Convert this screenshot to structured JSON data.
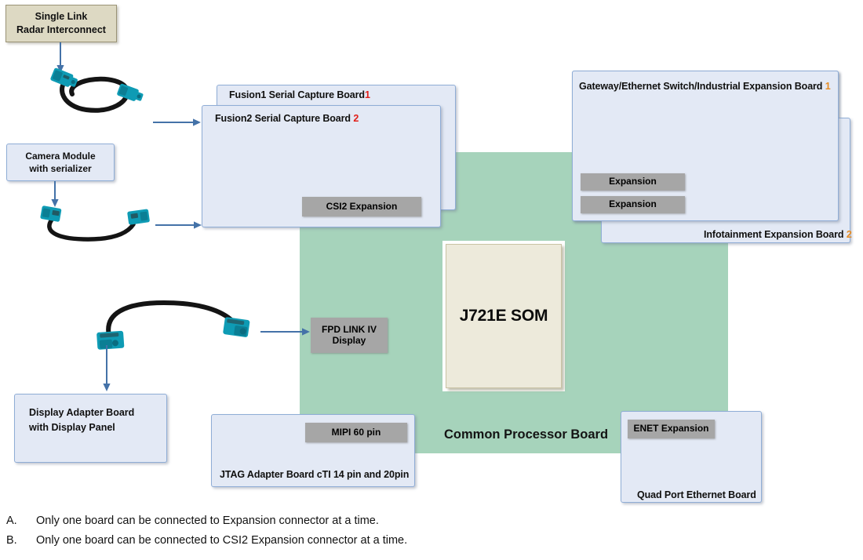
{
  "diagram": {
    "title": "J721E Common Processor Board block diagram",
    "colors": {
      "board_fill": "#e3e9f5",
      "board_border": "#8fadd6",
      "chip_fill": "#a6a6a6",
      "green_board": "#a6d3bb",
      "som_fill": "#edeadb",
      "tan_fill": "#ddd9c3",
      "arrow": "#4472a8",
      "index_red": "#e1201a",
      "index_orange": "#e78c23",
      "connector_teal": "#0e9bb4",
      "cable_black": "#1a1a1a"
    }
  },
  "radar": {
    "label_line1": "Single Link",
    "label_line2": "Radar Interconnect",
    "cable_name": "single-link-radar-cable"
  },
  "camera": {
    "label_line1": "Camera Module",
    "label_line2": "with serializer",
    "cable_name": "camera-serializer-cable"
  },
  "fusion1": {
    "title": "Fusion1 Serial Capture Board",
    "index": "1"
  },
  "fusion2": {
    "title": "Fusion2 Serial Capture Board",
    "index": "2",
    "chip_csi2": "CSI2 Expansion"
  },
  "gateway": {
    "title": "Gateway/Ethernet Switch/Industrial Expansion Board",
    "index": "1",
    "chip_expansion_1": "Expansion",
    "chip_expansion_2": "Expansion"
  },
  "infotainment": {
    "title": "Infotainment Expansion Board",
    "index": "2"
  },
  "processor": {
    "label": "Common Processor Board",
    "som_label": "J721E SOM",
    "chip_fpd_line1": "FPD LINK IV",
    "chip_fpd_line2": "Display"
  },
  "display_adapter": {
    "label_line1": "Display Adapter Board",
    "label_line2": "with Display Panel",
    "cable_name": "fpd-link-display-cable"
  },
  "jtag": {
    "title": "JTAG Adapter Board  cTI 14 pin and 20pin",
    "chip_mipi": "MIPI 60 pin"
  },
  "ethernet": {
    "title": "Quad Port Ethernet Board",
    "chip_enet": "ENET Expansion"
  },
  "notes": [
    {
      "key": "A.",
      "text": "Only one board can be connected to Expansion connector at a time."
    },
    {
      "key": "B.",
      "text": "Only one board can be connected to CSI2 Expansion connector at a time."
    }
  ]
}
